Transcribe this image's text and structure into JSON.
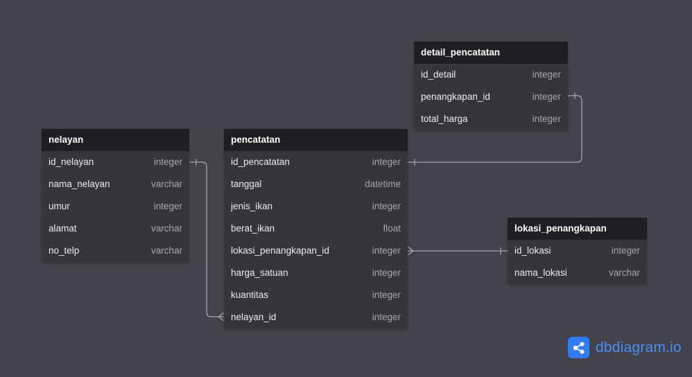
{
  "tables": {
    "nelayan": {
      "title": "nelayan",
      "columns": [
        {
          "name": "id_nelayan",
          "type": "integer"
        },
        {
          "name": "nama_nelayan",
          "type": "varchar"
        },
        {
          "name": "umur",
          "type": "integer"
        },
        {
          "name": "alamat",
          "type": "varchar"
        },
        {
          "name": "no_telp",
          "type": "varchar"
        }
      ]
    },
    "pencatatan": {
      "title": "pencatatan",
      "columns": [
        {
          "name": "id_pencatatan",
          "type": "integer"
        },
        {
          "name": "tanggal",
          "type": "datetime"
        },
        {
          "name": "jenis_ikan",
          "type": "integer"
        },
        {
          "name": "berat_ikan",
          "type": "float"
        },
        {
          "name": "lokasi_penangkapan_id",
          "type": "integer"
        },
        {
          "name": "harga_satuan",
          "type": "integer"
        },
        {
          "name": "kuantitas",
          "type": "integer"
        },
        {
          "name": "nelayan_id",
          "type": "integer"
        }
      ]
    },
    "detail_pencatatan": {
      "title": "detail_pencatatan",
      "columns": [
        {
          "name": "id_detail",
          "type": "integer"
        },
        {
          "name": "penangkapan_id",
          "type": "integer"
        },
        {
          "name": "total_harga",
          "type": "integer"
        }
      ]
    },
    "lokasi_penangkapan": {
      "title": "lokasi_penangkapan",
      "columns": [
        {
          "name": "id_lokasi",
          "type": "integer"
        },
        {
          "name": "nama_lokasi",
          "type": "varchar"
        }
      ]
    }
  },
  "relationships": [
    {
      "from": "nelayan.id_nelayan",
      "to": "pencatatan.nelayan_id",
      "kind": "one-to-many"
    },
    {
      "from": "detail_pencatatan.penangkapan_id",
      "to": "pencatatan.id_pencatatan",
      "kind": "one-to-one"
    },
    {
      "from": "pencatatan.lokasi_penangkapan_id",
      "to": "lokasi_penangkapan.id_lokasi",
      "kind": "many-to-one"
    }
  ],
  "brand": {
    "name": "dbdiagram.io",
    "icon": "share-nodes-icon",
    "color": "#2f7cf6"
  },
  "colors": {
    "background": "#43434c",
    "table_header": "#1f1f23",
    "table_body": "#35353c",
    "connector": "#a9a9b2"
  }
}
